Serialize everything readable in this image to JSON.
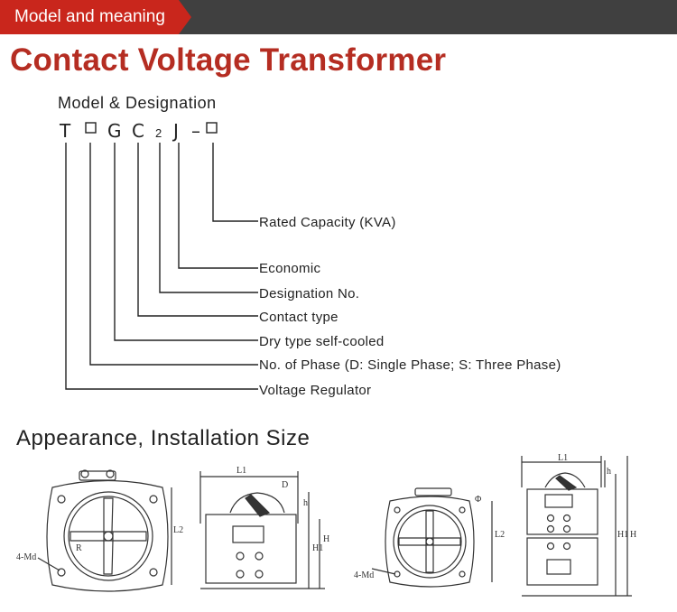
{
  "header": {
    "tab_label": "Model and meaning"
  },
  "title": "Contact Voltage Transformer",
  "model": {
    "heading": "Model & Designation",
    "letters": [
      "T",
      "G",
      "C",
      "2",
      "J",
      "–"
    ],
    "labels": [
      "Rated Capacity (KVA)",
      "Economic",
      "Designation No.",
      "Contact type",
      "Dry type self-cooled",
      "No. of Phase (D: Single Phase; S: Three Phase)",
      "Voltage Regulator"
    ]
  },
  "appearance": {
    "heading": "Appearance, Installation Size",
    "dims": {
      "L1": "L1",
      "L2": "L2",
      "H": "H",
      "H1": "H1",
      "D": "D",
      "h": "h",
      "R": "R",
      "Md": "4-Md",
      "phi": "Φ"
    }
  }
}
